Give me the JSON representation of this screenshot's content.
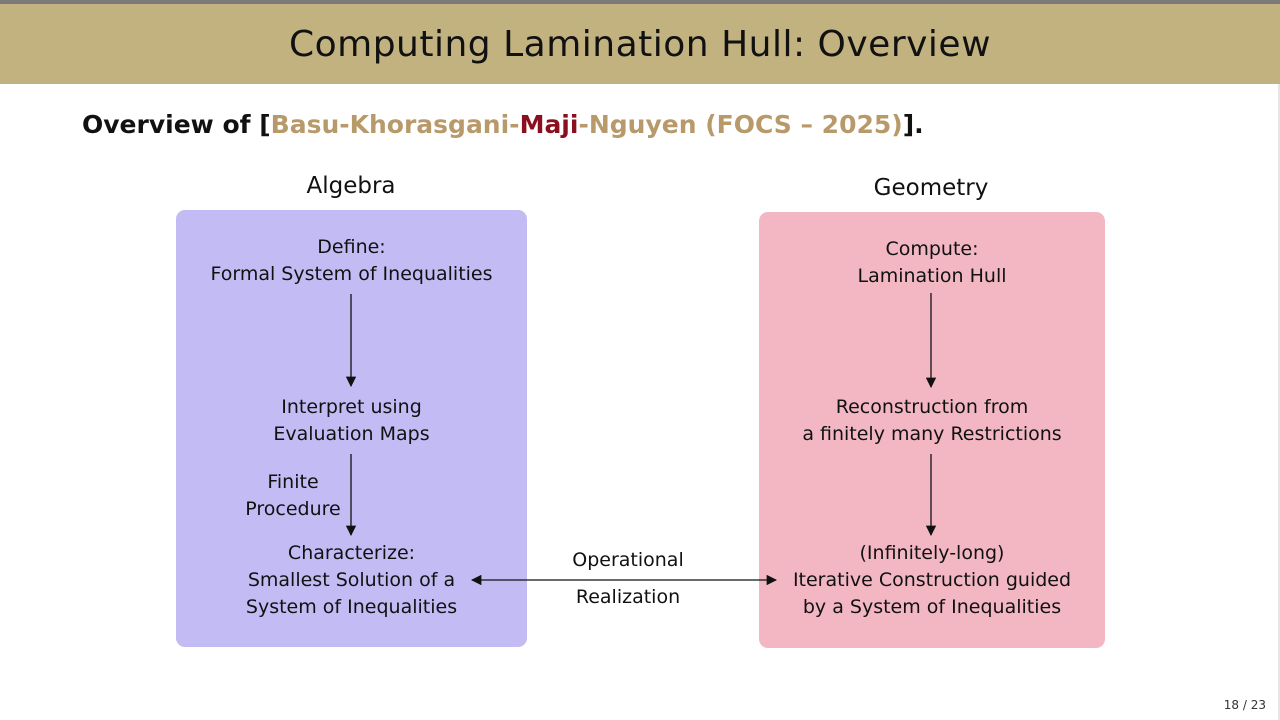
{
  "slide": {
    "title": "Computing Lamination Hull: Overview",
    "subtitle": {
      "prefix": "Overview of [",
      "author1": "Basu-Khorasgani-",
      "author_highlight": "Maji",
      "author2": "-Nguyen (FOCS – 2025)",
      "suffix": "]."
    },
    "page_number": "18 / 23"
  },
  "algebra": {
    "title": "Algebra",
    "node1": [
      "Define:",
      "Formal System of Inequalities"
    ],
    "node2": [
      "Interpret using",
      "Evaluation Maps"
    ],
    "edge_label": [
      "Finite",
      "Procedure"
    ],
    "node3": [
      "Characterize:",
      "Smallest Solution of a",
      "System of Inequalities"
    ]
  },
  "geometry": {
    "title": "Geometry",
    "node1": [
      "Compute:",
      "Lamination Hull"
    ],
    "node2": [
      "Reconstruction from",
      "a finitely many Restrictions"
    ],
    "node3": [
      "(Infinitely-long)",
      "Iterative Construction guided",
      "by a System of Inequalities"
    ]
  },
  "link": {
    "label_top": "Operational",
    "label_bottom": "Realization"
  },
  "colors": {
    "title_bar": "#c2b280",
    "algebra_box": "#c3bbf4",
    "geometry_box": "#f2b7c3",
    "author_gold": "#b8996a",
    "author_red": "#8b0f1e"
  }
}
